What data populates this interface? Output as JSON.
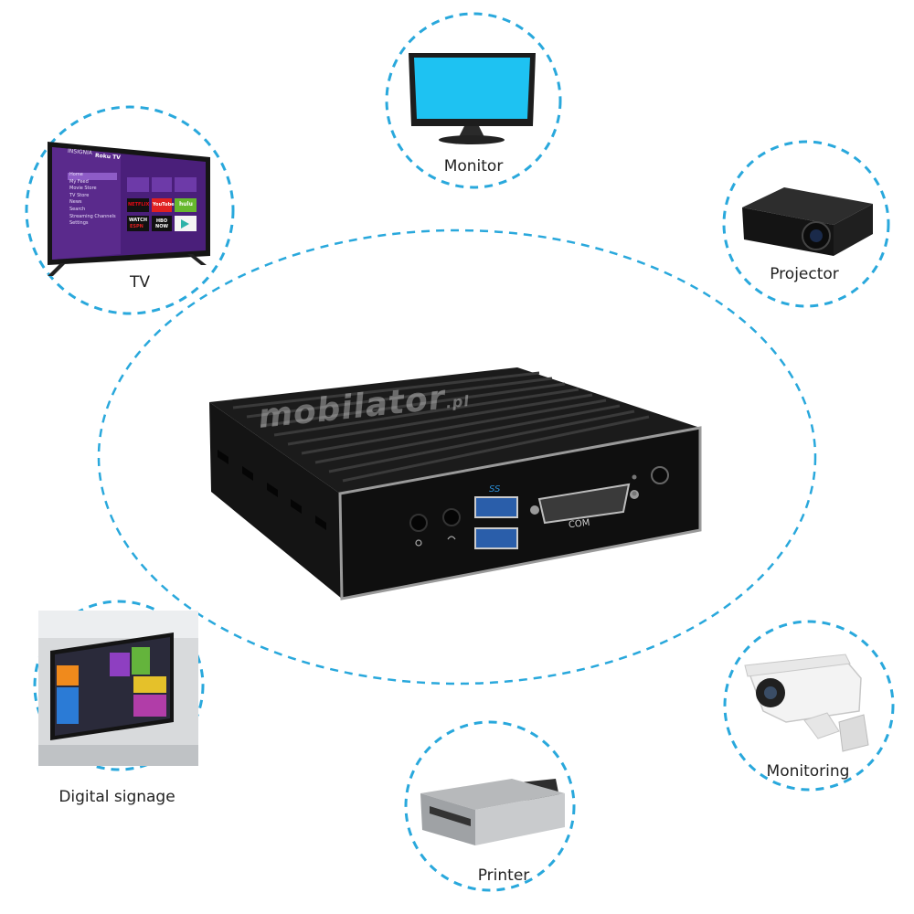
{
  "colors": {
    "accent": "#29a8dc",
    "device_body": "#1c1c1c"
  },
  "center_device": {
    "watermark": "mobilator",
    "watermark_suffix": ".pl",
    "usb_label": "SS",
    "com_label": "COM"
  },
  "tv": {
    "label": "TV",
    "brand": "INSIGNIA",
    "platform": "Roku TV",
    "menu": [
      "Home",
      "My Feed",
      "Movie Store",
      "TV Store",
      "News",
      "Search",
      "Streaming Channels",
      "Settings"
    ],
    "apps": [
      "NETFLIX",
      "YouTube",
      "hulu",
      "WATCH",
      "HBO NOW",
      ""
    ],
    "espn": "ESPN"
  },
  "monitor": {
    "label": "Monitor"
  },
  "projector": {
    "label": "Projector"
  },
  "digital_signage": {
    "label": "Digital signage"
  },
  "printer": {
    "label": "Printer"
  },
  "monitoring": {
    "label": "Monitoring"
  }
}
